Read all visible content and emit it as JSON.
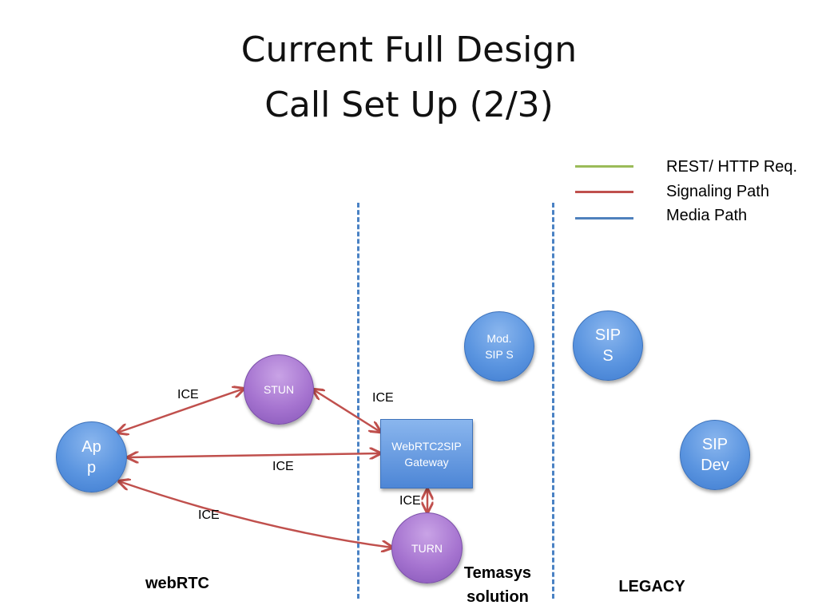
{
  "title": {
    "line1": "Current Full Design",
    "line2": "Call Set Up (2/3)"
  },
  "legend": [
    {
      "label": "REST/ HTTP Req.",
      "color": "#9bbb59"
    },
    {
      "label": "Signaling Path",
      "color": "#c0504d"
    },
    {
      "label": "Media Path",
      "color": "#4f81bd"
    }
  ],
  "nodes": {
    "app": "Ap\np",
    "stun": "STUN",
    "turn": "TURN",
    "gateway": "WebRTC2SIP\nGateway",
    "mod_sip_s": "Mod.\nSIP S",
    "sip_s": "SIP\nS",
    "sip_dev": "SIP\nDev"
  },
  "edge_labels": {
    "app_stun": "ICE",
    "stun_gateway": "ICE",
    "app_gateway": "ICE",
    "gateway_turn": "ICE",
    "app_turn": "ICE"
  },
  "zones": {
    "webrtc": "webRTC",
    "temasys": "Temasys\nsolution",
    "legacy": "LEGACY"
  },
  "colors": {
    "signaling": "#c0504d",
    "divider": "#4a82c4"
  }
}
